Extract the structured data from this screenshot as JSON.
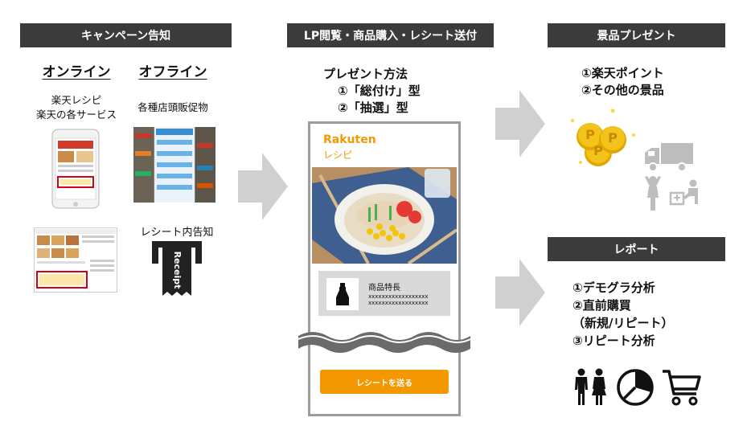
{
  "headers": {
    "campaign": "キャンペーン告知",
    "lp": "LP閲覧・商品購入・レシート送付",
    "prize": "景品プレゼント",
    "report": "レポート"
  },
  "left": {
    "online_title": "オンライン",
    "offline_title": "オフライン",
    "online_desc_1": "楽天レシピ",
    "online_desc_2": "楽天の各サービス",
    "offline_desc": "各種店頭販促物",
    "receipt_notice": "レシート内告知",
    "receipt_icon_text": "Receipt"
  },
  "middle": {
    "method_title": "プレゼント方法",
    "method_1": "①「総付け」型",
    "method_2": "②「抽選」型",
    "brand_name": "Rakuten",
    "brand_sub": "レシピ",
    "product_label": "商品特長",
    "product_x1": "xxxxxxxxxxxxxxxxxx",
    "product_x2": "xxxxxxxxxxxxxxxxxx",
    "send_button": "レシートを送る"
  },
  "prize": {
    "item_1": "①楽天ポイント",
    "item_2": "②その他の景品",
    "coin_letter": "P"
  },
  "report": {
    "item_1": "①デモグラ分析",
    "item_2": "②直前購買",
    "item_2b": "（新規/リピート）",
    "item_3": "③リピート分析"
  },
  "colors": {
    "header_bg": "#3b3b3b",
    "rakuten_orange": "#f39800",
    "coin_gold": "#f2c31b",
    "arrow_gray": "#d0d0d0",
    "icon_gray": "#bdbdbd"
  }
}
